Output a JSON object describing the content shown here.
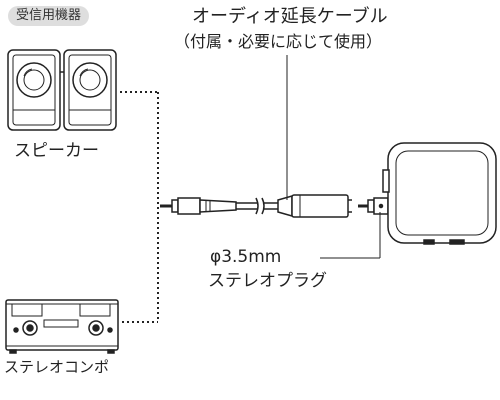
{
  "receiver_badge": "受信用機器",
  "cable": {
    "title": "オーディオ延長ケーブル",
    "note": "（付属・必要に応じて使用）"
  },
  "speaker_label": "スピーカー",
  "stereo_label": "ステレオコンポ",
  "plug": {
    "size": "φ3.5mm",
    "name": "ステレオプラグ"
  },
  "icons": {
    "speakers": "speaker-icon",
    "stereo": "stereo-component-icon",
    "device": "transmitter-device-icon",
    "plug": "plug-icon",
    "cable": "extension-cable-icon"
  },
  "colors": {
    "line": "#222222",
    "badge_bg": "#dedede"
  }
}
